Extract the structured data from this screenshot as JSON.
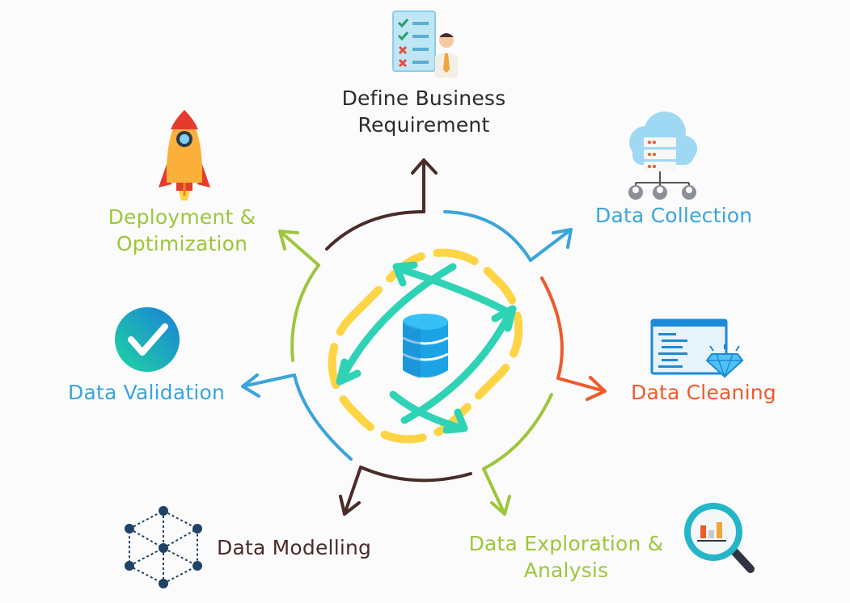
{
  "colors": {
    "dark": "#4a2c29",
    "blue": "#3aa4dc",
    "orange": "#ef5a2b",
    "lime": "#9dc63b",
    "yellow": "#fdd443",
    "teal": "#2ed3b5",
    "db": "#1ca3e6"
  },
  "stages": [
    {
      "id": "define",
      "lines": [
        "Define Business",
        "Requirement"
      ],
      "color": "dark",
      "icon": "checklist-person-icon"
    },
    {
      "id": "collection",
      "lines": [
        "Data Collection"
      ],
      "color": "blue",
      "icon": "cloud-server-icon"
    },
    {
      "id": "cleaning",
      "lines": [
        "Data Cleaning"
      ],
      "color": "orange",
      "icon": "code-window-diamond-icon"
    },
    {
      "id": "exploration",
      "lines": [
        "Data Exploration &",
        "Analysis"
      ],
      "color": "lime",
      "icon": "magnifier-chart-icon"
    },
    {
      "id": "modelling",
      "lines": [
        "Data Modelling"
      ],
      "color": "dark",
      "icon": "network-cube-icon"
    },
    {
      "id": "validation",
      "lines": [
        "Data Validation"
      ],
      "color": "blue",
      "icon": "checkmark-badge-icon"
    },
    {
      "id": "deployment",
      "lines": [
        "Deployment &",
        "Optimization"
      ],
      "color": "lime",
      "icon": "rocket-icon"
    }
  ]
}
